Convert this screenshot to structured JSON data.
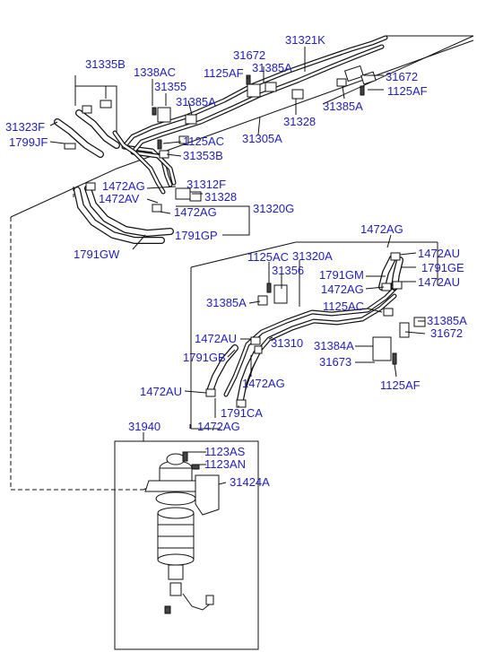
{
  "labels": {
    "l31321K": "31321K",
    "l31335B": "31335B",
    "l31672a": "31672",
    "l1338AC": "1338AC",
    "l1125AFa": "1125AF",
    "l31385Aa": "31385A",
    "l31672b": "31672",
    "l31355": "31355",
    "l1125AFb": "1125AF",
    "l31385Ab": "31385A",
    "l31385Ac": "31385A",
    "l31328a": "31328",
    "l31323F": "31323F",
    "l1799JF": "1799JF",
    "l31305A": "31305A",
    "l1125ACa": "1125AC",
    "l31353B": "31353B",
    "l1472AGa": "1472AG",
    "l31312F": "31312F",
    "l1472AV": "1472AV",
    "l31328b": "31328",
    "l31320G": "31320G",
    "l1472AGb": "1472AG",
    "l1791GP": "1791GP",
    "l1791GW": "1791GW",
    "l1472AGc": "1472AG",
    "l1472AUa": "1472AU",
    "l1125ACb": "1125AC",
    "l31320A": "31320A",
    "l1791GE": "1791GE",
    "l31356": "31356",
    "l1791GM": "1791GM",
    "l1472AUb": "1472AU",
    "l1472AGd": "1472AG",
    "l31385Ad": "31385A",
    "l1125ACc": "1125AC",
    "l31385Ae": "31385A",
    "l31672c": "31672",
    "l1472AUc": "1472AU",
    "l31310": "31310",
    "l31384A": "31384A",
    "l1791GB": "1791GB",
    "l31673": "31673",
    "l1472AGe": "1472AG",
    "l1472AUd": "1472AU",
    "l1125AFc": "1125AF",
    "l1791CA": "1791CA",
    "l1472AGf": "1472AG",
    "l31940": "31940",
    "l1123AS": "1123AS",
    "l1123AN": "1123AN",
    "l31424A": "31424A"
  }
}
